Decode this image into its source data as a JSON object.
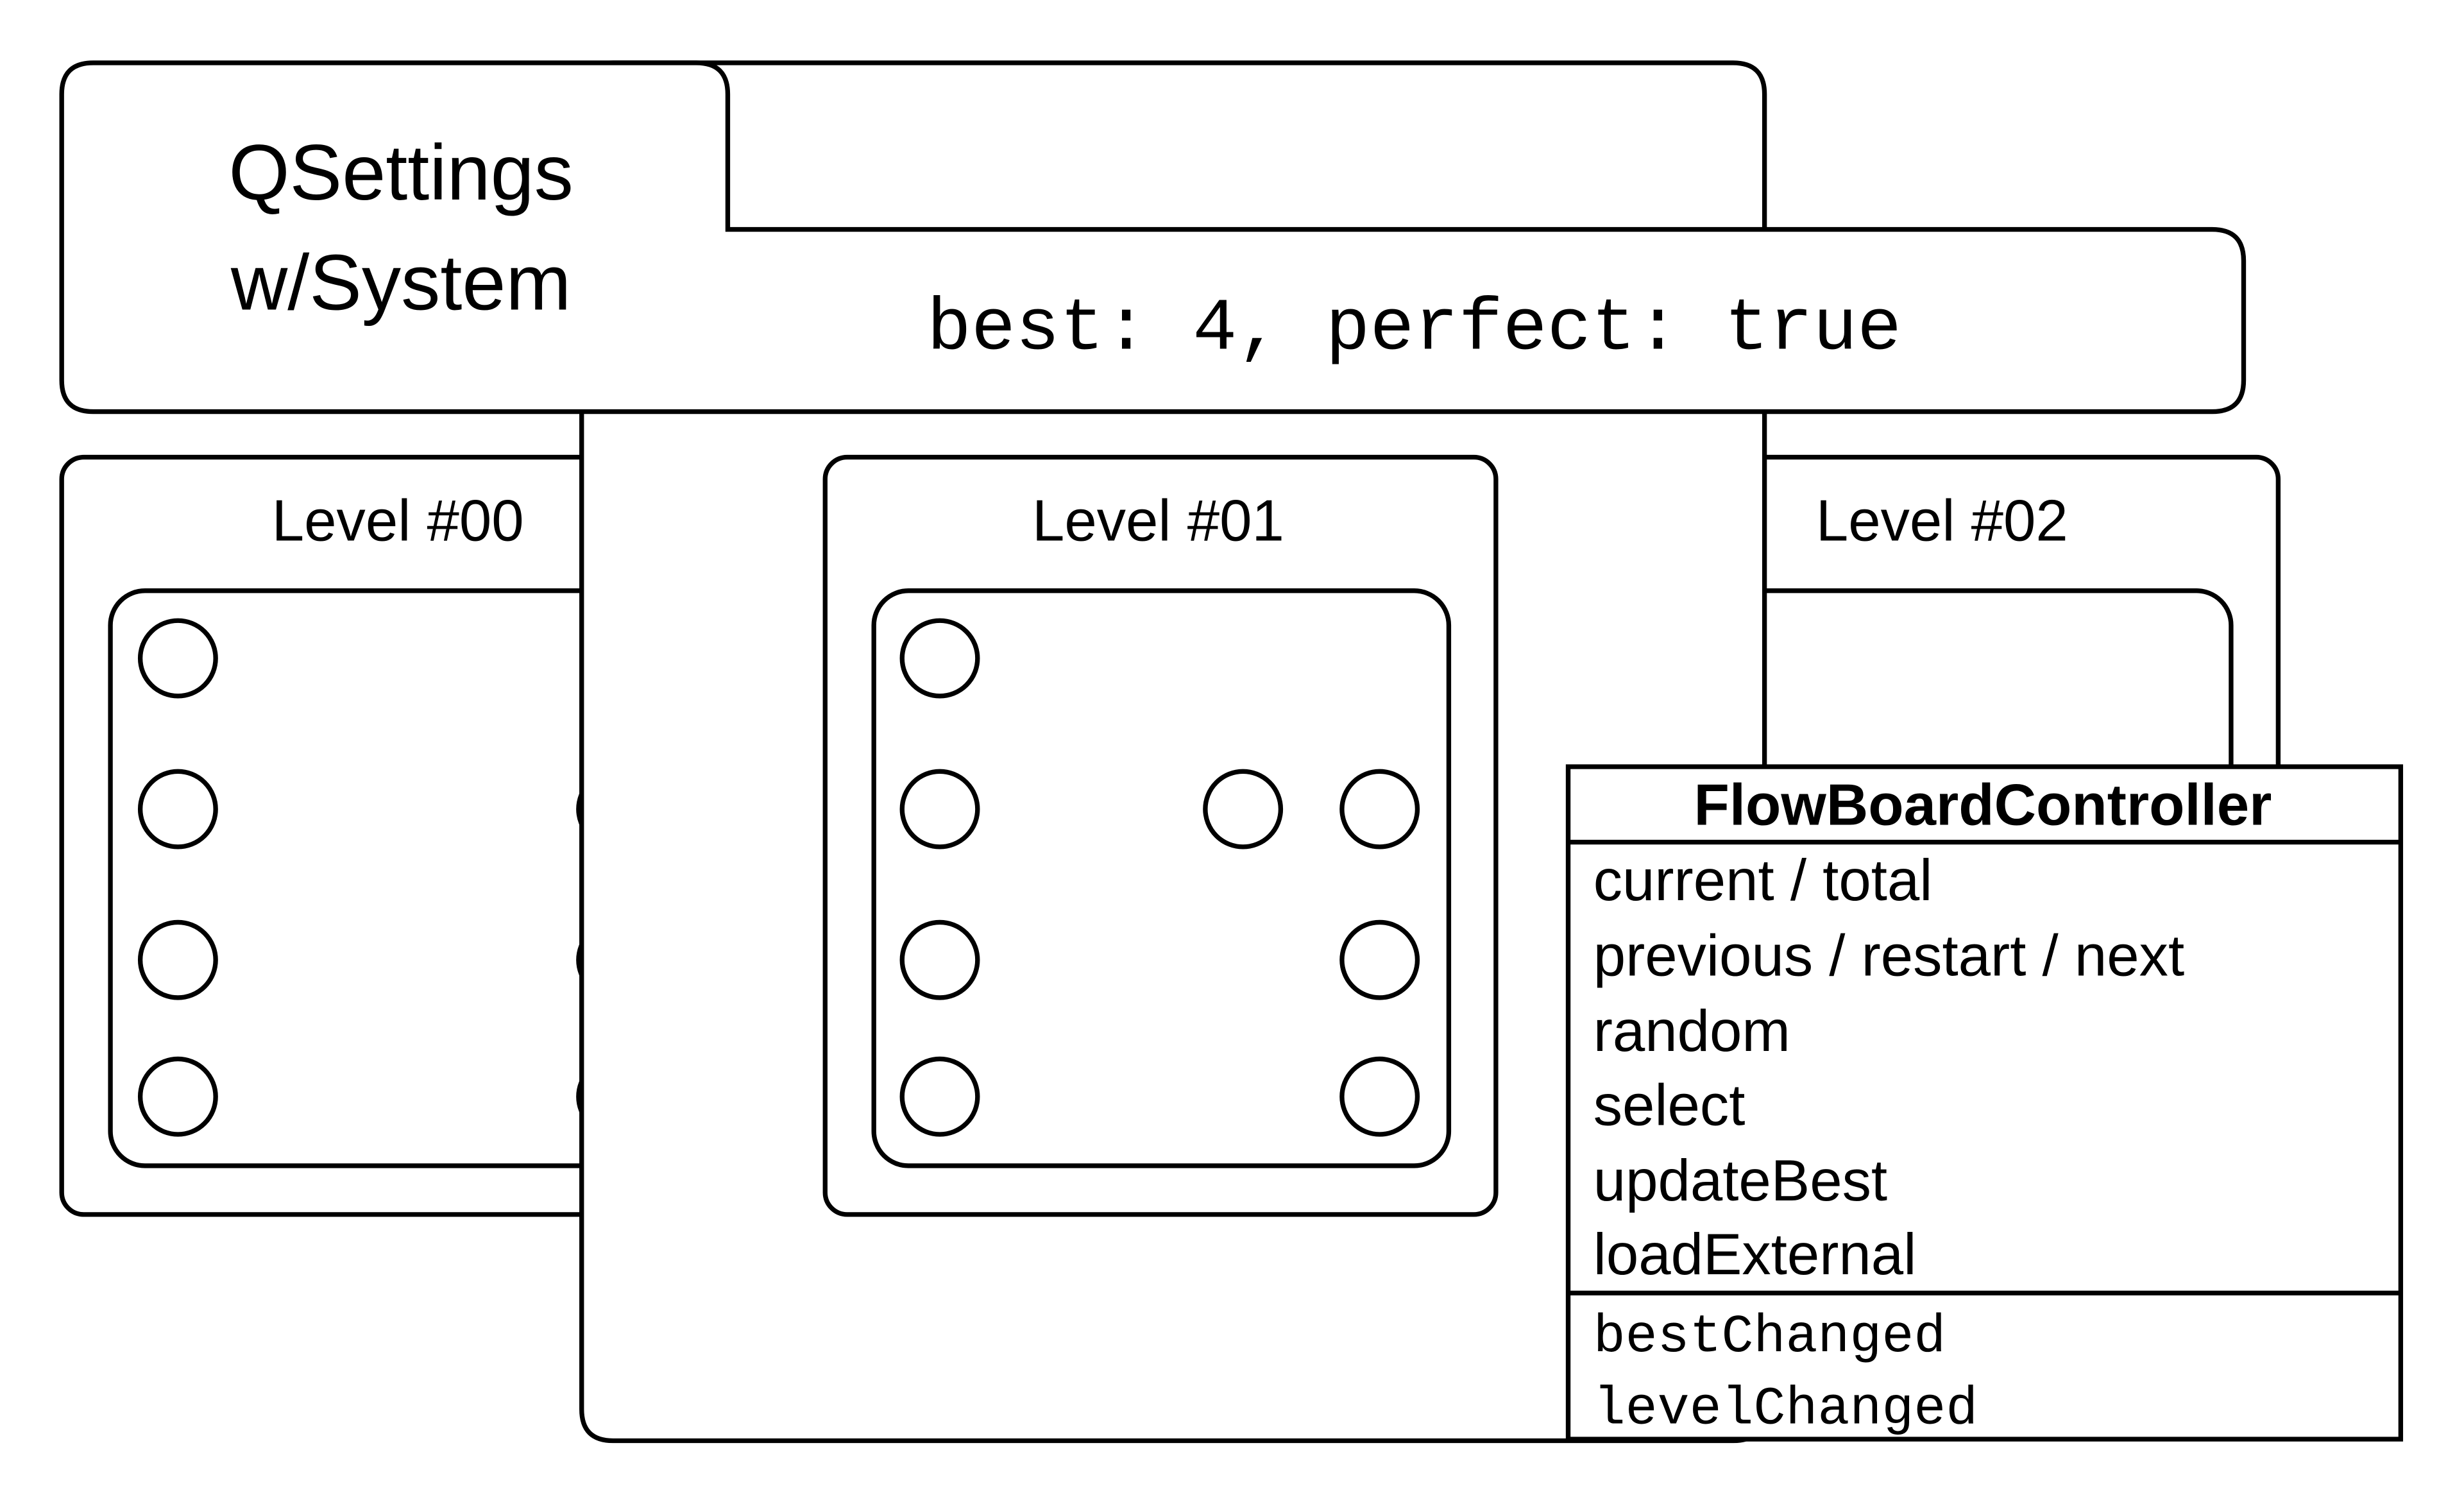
{
  "settings": {
    "title_line1": "QSettings",
    "title_line2": "w/System",
    "stored_value": "best: 4, perfect: true"
  },
  "levels": [
    {
      "label": "Level #00"
    },
    {
      "label": "Level #01"
    },
    {
      "label": "Level #02"
    }
  ],
  "controller": {
    "title": "FlowBoardController",
    "members": [
      "current / total",
      "previous / restart / next",
      "random",
      "select",
      "updateBest",
      "loadExternal"
    ],
    "signals": [
      "bestChanged",
      "levelChanged"
    ]
  },
  "colors": {
    "stroke": "#000000",
    "fill": "#ffffff",
    "text": "#000000"
  }
}
